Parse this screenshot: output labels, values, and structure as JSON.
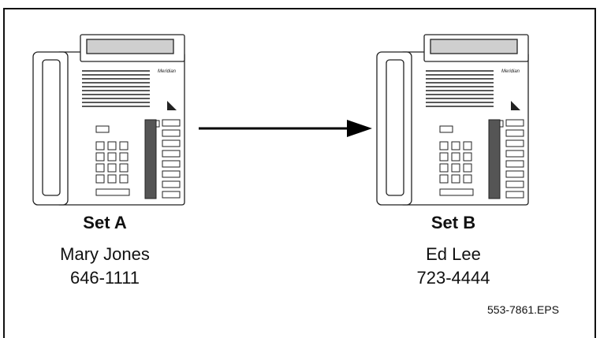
{
  "set_a": {
    "label": "Set A",
    "name": "Mary Jones",
    "number": "646-1111"
  },
  "set_b": {
    "label": "Set B",
    "name": "Ed Lee",
    "number": "723-4444"
  },
  "file_id": "553-7861.EPS",
  "phone_brand": "Meridian"
}
